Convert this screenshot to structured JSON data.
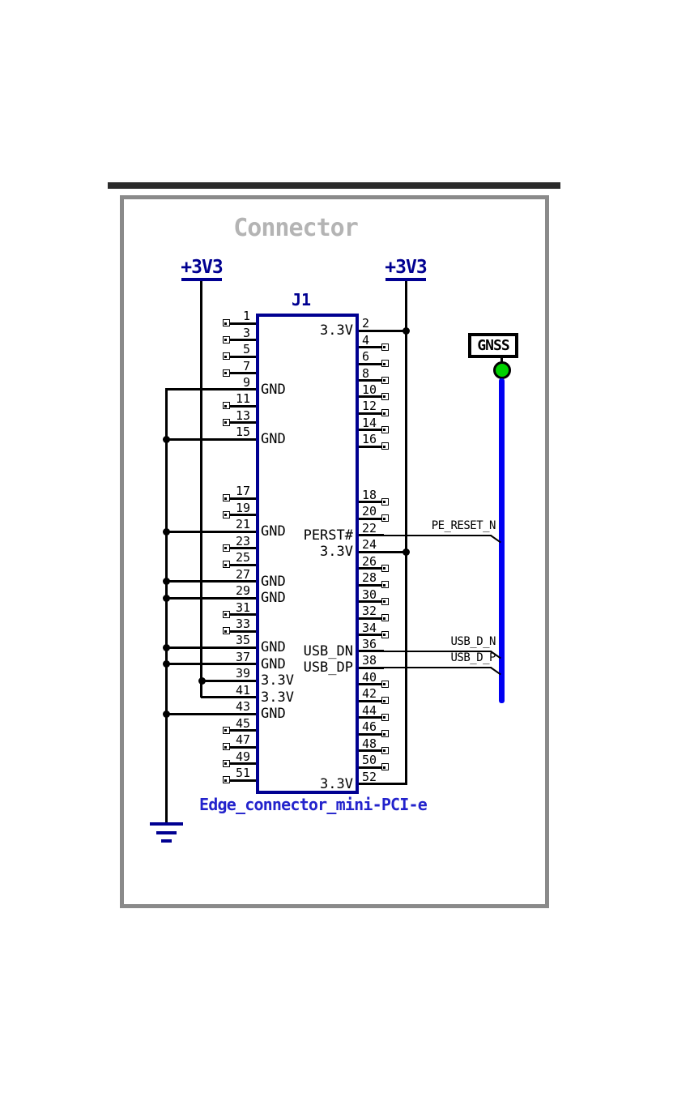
{
  "title": "Connector",
  "power_rails": {
    "left": "+3V3",
    "right": "+3V3"
  },
  "gnss_flag": {
    "label": "GNSS"
  },
  "connector": {
    "refdes": "J1",
    "part_name": "Edge_connector_mini-PCI-e",
    "left_pins": [
      {
        "num": 1,
        "label": "",
        "conn": "nc"
      },
      {
        "num": 3,
        "label": "",
        "conn": "nc"
      },
      {
        "num": 5,
        "label": "",
        "conn": "nc"
      },
      {
        "num": 7,
        "label": "",
        "conn": "nc"
      },
      {
        "num": 9,
        "label": "GND",
        "conn": "gnd_corner"
      },
      {
        "num": 11,
        "label": "",
        "conn": "nc"
      },
      {
        "num": 13,
        "label": "",
        "conn": "nc"
      },
      {
        "num": 15,
        "label": "GND",
        "conn": "gnd"
      },
      {
        "num": 17,
        "label": "",
        "conn": "nc"
      },
      {
        "num": 19,
        "label": "",
        "conn": "nc"
      },
      {
        "num": 21,
        "label": "GND",
        "conn": "gnd"
      },
      {
        "num": 23,
        "label": "",
        "conn": "nc"
      },
      {
        "num": 25,
        "label": "",
        "conn": "nc"
      },
      {
        "num": 27,
        "label": "GND",
        "conn": "gnd"
      },
      {
        "num": 29,
        "label": "GND",
        "conn": "gnd"
      },
      {
        "num": 31,
        "label": "",
        "conn": "nc"
      },
      {
        "num": 33,
        "label": "",
        "conn": "nc"
      },
      {
        "num": 35,
        "label": "GND",
        "conn": "gnd"
      },
      {
        "num": 37,
        "label": "GND",
        "conn": "gnd"
      },
      {
        "num": 39,
        "label": "3.3V",
        "conn": "v33_dot"
      },
      {
        "num": 41,
        "label": "3.3V",
        "conn": "v33_corner"
      },
      {
        "num": 43,
        "label": "GND",
        "conn": "gnd"
      },
      {
        "num": 45,
        "label": "",
        "conn": "nc"
      },
      {
        "num": 47,
        "label": "",
        "conn": "nc"
      },
      {
        "num": 49,
        "label": "",
        "conn": "nc"
      },
      {
        "num": 51,
        "label": "",
        "conn": "nc"
      }
    ],
    "right_pins": [
      {
        "num": 2,
        "label": "3.3V",
        "conn": "v33_dot"
      },
      {
        "num": 4,
        "label": "",
        "conn": "nc"
      },
      {
        "num": 6,
        "label": "",
        "conn": "nc"
      },
      {
        "num": 8,
        "label": "",
        "conn": "nc"
      },
      {
        "num": 10,
        "label": "",
        "conn": "nc"
      },
      {
        "num": 12,
        "label": "",
        "conn": "nc"
      },
      {
        "num": 14,
        "label": "",
        "conn": "nc"
      },
      {
        "num": 16,
        "label": "",
        "conn": "nc"
      },
      {
        "num": 18,
        "label": "",
        "conn": "nc"
      },
      {
        "num": 20,
        "label": "",
        "conn": "nc"
      },
      {
        "num": 22,
        "label": "PERST#",
        "conn": "net",
        "net": "PE_RESET_N"
      },
      {
        "num": 24,
        "label": "3.3V",
        "conn": "v33_dot"
      },
      {
        "num": 26,
        "label": "",
        "conn": "nc"
      },
      {
        "num": 28,
        "label": "",
        "conn": "nc"
      },
      {
        "num": 30,
        "label": "",
        "conn": "nc"
      },
      {
        "num": 32,
        "label": "",
        "conn": "nc"
      },
      {
        "num": 34,
        "label": "",
        "conn": "nc"
      },
      {
        "num": 36,
        "label": "USB_DN",
        "conn": "net",
        "net": "USB_D_N"
      },
      {
        "num": 38,
        "label": "USB_DP",
        "conn": "net",
        "net": "USB_D_P"
      },
      {
        "num": 40,
        "label": "",
        "conn": "nc"
      },
      {
        "num": 42,
        "label": "",
        "conn": "nc"
      },
      {
        "num": 44,
        "label": "",
        "conn": "nc"
      },
      {
        "num": 46,
        "label": "",
        "conn": "nc"
      },
      {
        "num": 48,
        "label": "",
        "conn": "nc"
      },
      {
        "num": 50,
        "label": "",
        "conn": "nc"
      },
      {
        "num": 52,
        "label": "3.3V",
        "conn": "v33_corner"
      }
    ]
  },
  "colors": {
    "component_navy": "#000091",
    "part_name_blue": "#2323cc",
    "wire_black": "#000000",
    "bus_blue": "#0000f2",
    "testpoint_green": "#00d200",
    "title_gray": "#b4b4b4",
    "frame_gray": "#8a8a8a",
    "top_bar": "#2b2b2b"
  }
}
